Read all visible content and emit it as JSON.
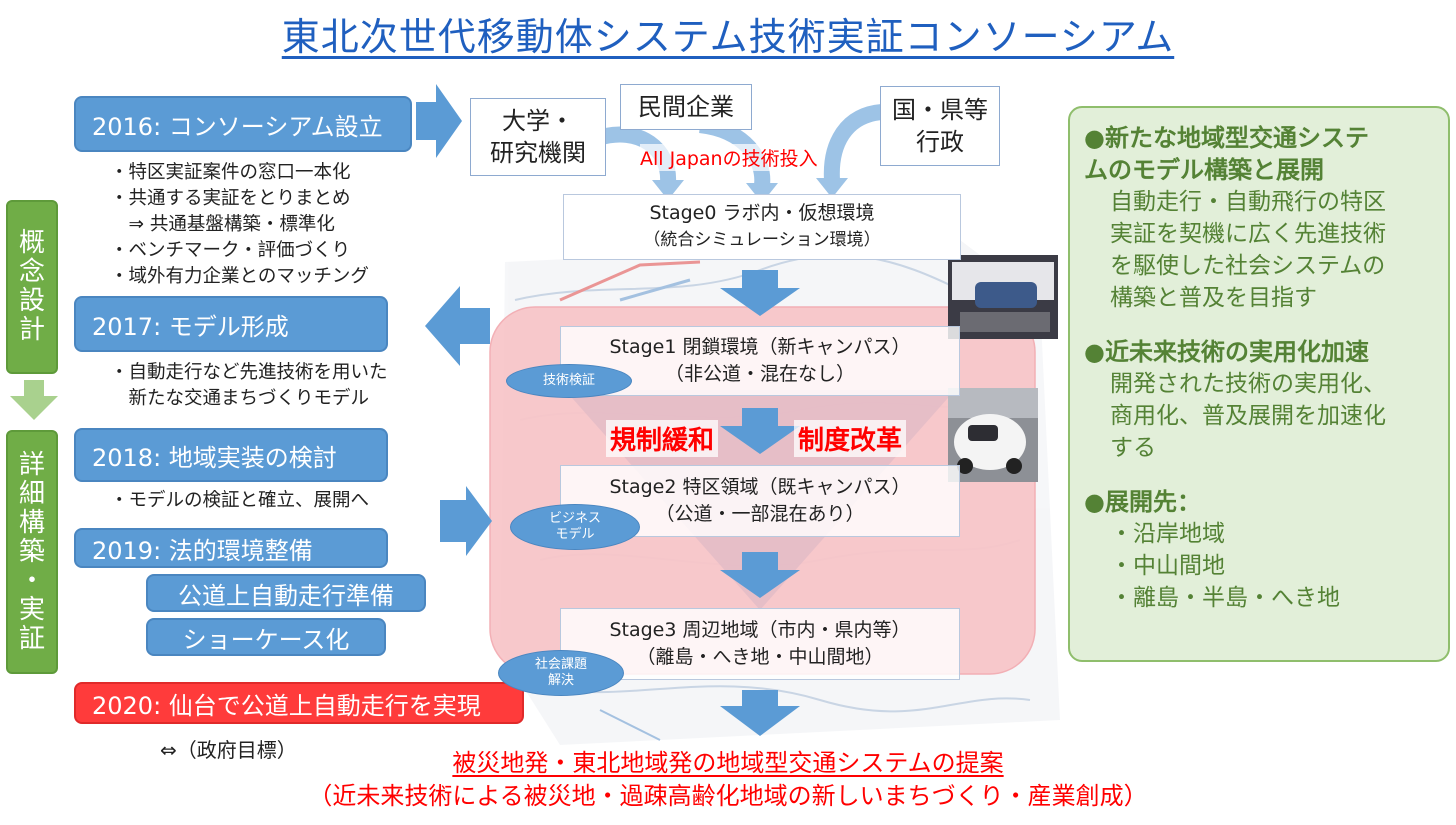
{
  "title": "東北次世代移動体システム技術実証コンソーシアム",
  "left_steps": {
    "s2016": "2016:  コンソーシアム設立",
    "b2016": [
      "・特区実証案件の窓口一本化",
      "・共通する実証をとりまとめ",
      "　⇒ 共通基盤構築・標準化",
      "・ベンチマーク・評価づくり",
      "・域外有力企業とのマッチング"
    ],
    "s2017": "2017:  モデル形成",
    "b2017": [
      "・自動走行など先進技術を用いた",
      "　新たな交通まちづくりモデル"
    ],
    "s2018": "2018:  地域実装の検討",
    "b2018": [
      "・モデルの検証と確立、展開へ"
    ],
    "s2019": "2019:  法的環境整備",
    "sub1": "公道上自動走行準備",
    "sub2": "ショーケース化",
    "s2020": "2020: 仙台で公道上自動走行を実現",
    "gov": "⇔（政府目標）"
  },
  "phase_bars": {
    "top": [
      "概",
      "念",
      "設",
      "計"
    ],
    "bottom": [
      "詳",
      "細",
      "構",
      "築",
      "・",
      "実",
      "証"
    ]
  },
  "sources": {
    "univ": [
      "大学・",
      "研究機関"
    ],
    "private": "民間企業",
    "gov": [
      "国・県等",
      "行政"
    ],
    "all_japan": "All Japanの技術投入"
  },
  "stages": {
    "s0": [
      "Stage0 ラボ内・仮想環境",
      "（統合シミュレーション環境）"
    ],
    "s1": [
      "Stage1 閉鎖環境（新キャンパス）",
      "（非公道・混在なし）"
    ],
    "s2": [
      "Stage2 特区領域（既キャンパス）",
      "（公道・一部混在あり）"
    ],
    "s3": [
      "Stage3 周辺地域（市内・県内等）",
      "（離島・へき地・中山間地）"
    ]
  },
  "ellipses": {
    "e1": "技術検証",
    "e2": [
      "ビジネス",
      "モデル"
    ],
    "e3": [
      "社会課題",
      "解決"
    ]
  },
  "reform": {
    "left": "規制緩和",
    "right": "制度改革"
  },
  "right_panel": {
    "h1": [
      "●新たな地域型交通システ",
      "ムのモデル構築と展開"
    ],
    "t1": [
      "自動走行・自動飛行の特区",
      "実証を契機に広く先進技術",
      "を駆使した社会システムの",
      "構築と普及を目指す"
    ],
    "h2": "●近未来技術の実用化加速",
    "t2": [
      "開発された技術の実用化、",
      "商用化、普及展開を加速化",
      "する"
    ],
    "h3": "●展開先：",
    "t3": [
      "・沿岸地域",
      "・中山間地",
      "・離島・半島・へき地"
    ]
  },
  "bottom": {
    "line1": "被災地発・東北地域発の地域型交通システムの提案",
    "line2": "（近未来技術による被災地・過疎高齢化地域の新しいまちづくり・産業創成）"
  },
  "colors": {
    "blue": "#5b9bd5",
    "green": "#70ad47",
    "red": "#ff0000",
    "pink": "#f8c5c8",
    "title_blue": "#1f5fbf"
  }
}
